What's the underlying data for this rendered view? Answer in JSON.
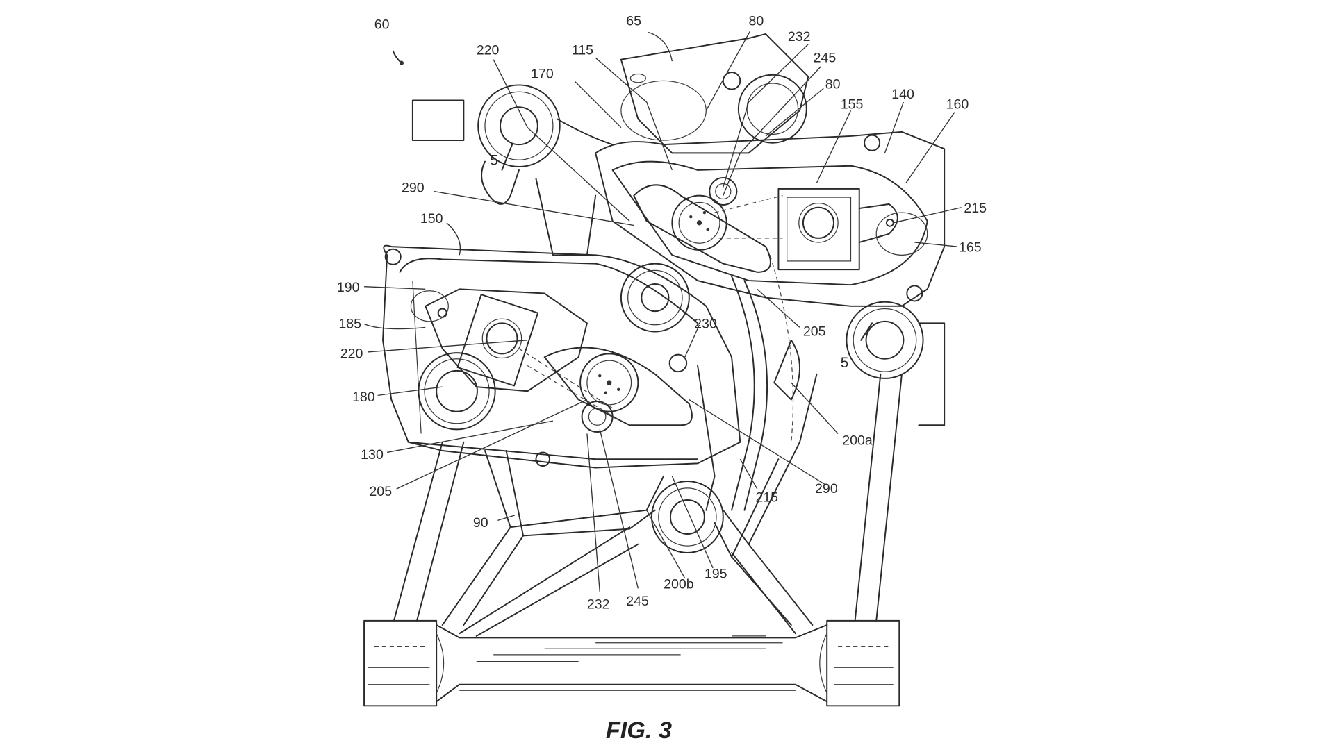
{
  "figure": {
    "caption": "FIG. 3",
    "ink_color": "#2a2a2a",
    "background": "#ffffff",
    "assembly_ref": "60",
    "labels": {
      "l60": "60",
      "l65": "65",
      "l80a": "80",
      "l80b": "80",
      "l115": "115",
      "l170": "170",
      "l220a": "220",
      "l232a": "232",
      "l245a": "245",
      "l155": "155",
      "l140": "140",
      "l160": "160",
      "l215a": "215",
      "l165": "165",
      "l290a": "290",
      "l5a": "5",
      "l150": "150",
      "l190": "190",
      "l185": "185",
      "l220b": "220",
      "l180": "180",
      "l230": "230",
      "l205a": "205",
      "l5b": "5",
      "l200a": "200a",
      "l130": "130",
      "l205b": "205",
      "l290b": "290",
      "l215b": "215",
      "l90": "90",
      "l195": "195",
      "l200b": "200b",
      "l232b": "232",
      "l245b": "245"
    }
  }
}
